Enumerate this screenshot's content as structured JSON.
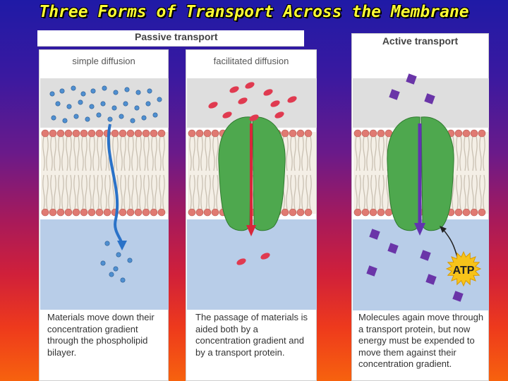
{
  "title": "Three Forms of Transport Across the Membrane",
  "passive_header": "Passive transport",
  "panels": [
    {
      "label": "simple diffusion",
      "caption": "Materials move down their concentration gradient through the phospholipid bilayer."
    },
    {
      "label": "facilitated diffusion",
      "caption": "The passage of materials is aided both by a concentration gradient and by a transport protein."
    },
    {
      "label": "Active transport",
      "caption": "Molecules again move through a transport protein, but now energy must be expended to move them against their concentration gradient."
    }
  ],
  "atp_label": "ATP",
  "colors": {
    "background_top": "#1f1aa6",
    "background_bottom": "#f7620e",
    "title": "#ffff33",
    "membrane_head": "#e07a72",
    "protein": "#4ea84e",
    "simple_molecule": "#4f8fd0",
    "facilitated_molecule": "#e03a50",
    "active_molecule": "#6a35a8",
    "arrow_blue": "#2a72c8",
    "arrow_red": "#d8263a",
    "arrow_purple": "#6233b0",
    "atp_burst": "#f7c31a"
  }
}
